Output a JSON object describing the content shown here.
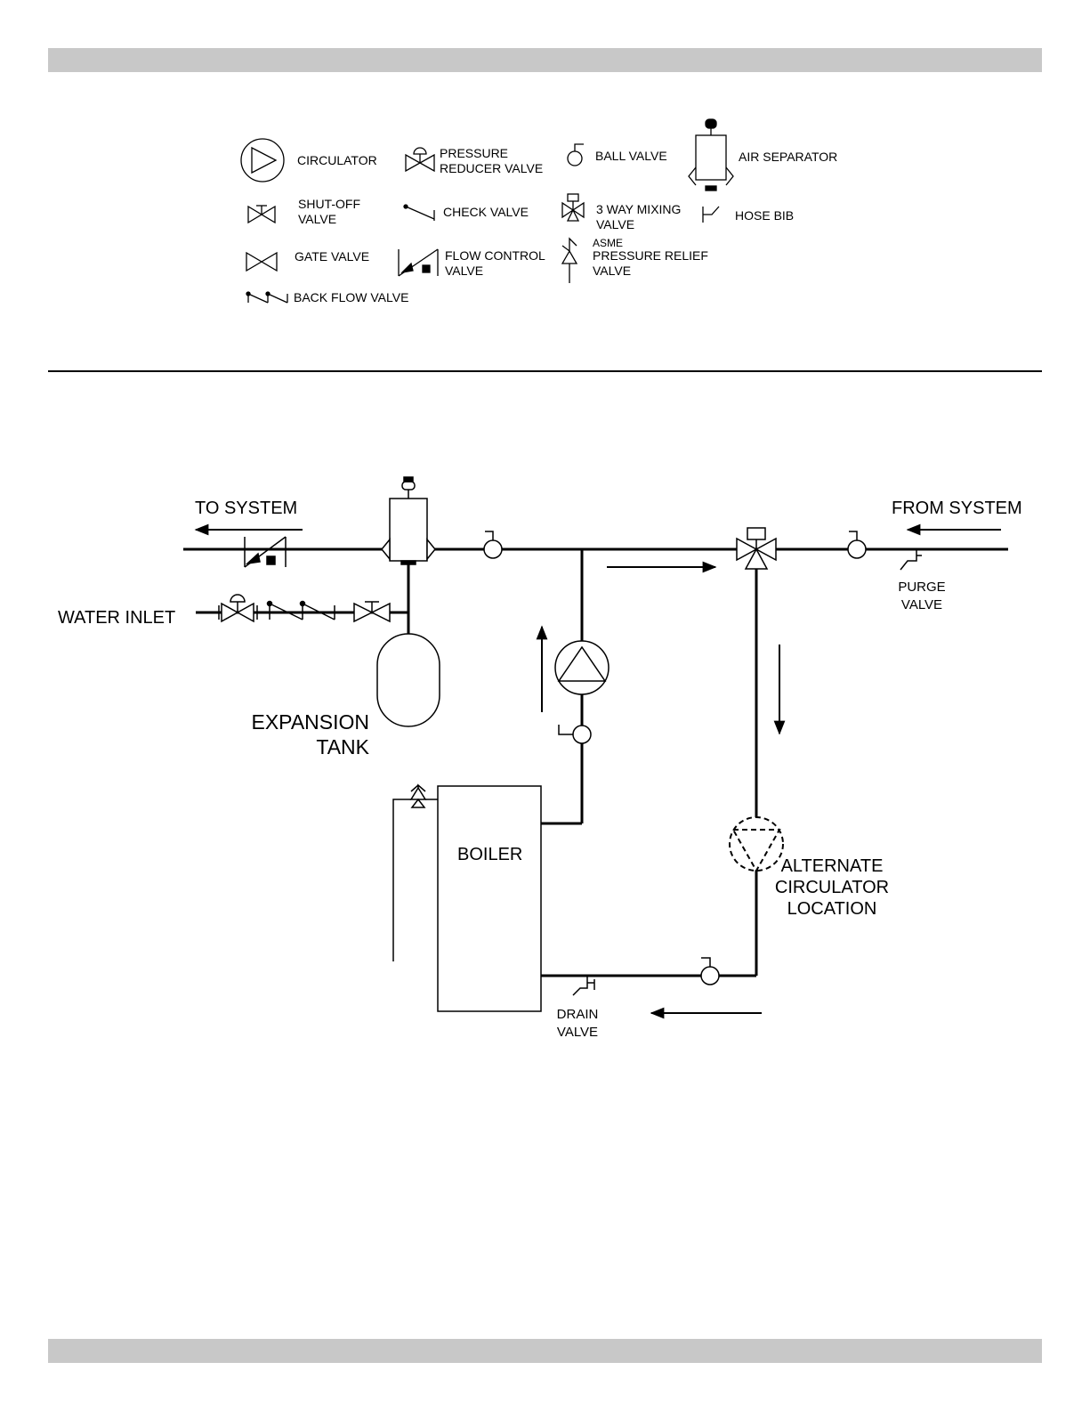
{
  "legend": {
    "circulator": "CIRCULATOR",
    "pressure_reducer_1": "PRESSURE",
    "pressure_reducer_2": "REDUCER VALVE",
    "ball_valve": "BALL VALVE",
    "air_separator": "AIR SEPARATOR",
    "shutoff_1": "SHUT-OFF",
    "shutoff_2": "VALVE",
    "check_valve": "CHECK VALVE",
    "mixing_1": "3 WAY MIXING",
    "mixing_2": "VALVE",
    "hose_bib": "HOSE BIB",
    "gate_valve": "GATE VALVE",
    "flow_control_1": "FLOW CONTROL",
    "flow_control_2": "VALVE",
    "asme": "ASME",
    "relief_1": "PRESSURE RELIEF",
    "relief_2": "VALVE",
    "back_flow": "BACK FLOW VALVE"
  },
  "diagram": {
    "to_system": "TO SYSTEM",
    "from_system": "FROM SYSTEM",
    "water_inlet": "WATER INLET",
    "expansion_1": "EXPANSION",
    "expansion_2": "TANK",
    "boiler": "BOILER",
    "purge_1": "PURGE",
    "purge_2": "VALVE",
    "drain_1": "DRAIN",
    "drain_2": "VALVE",
    "alt_1": "ALTERNATE",
    "alt_2": "CIRCULATOR",
    "alt_3": "LOCATION"
  },
  "colors": {
    "band": "#c8c8c8",
    "line": "#000000"
  }
}
